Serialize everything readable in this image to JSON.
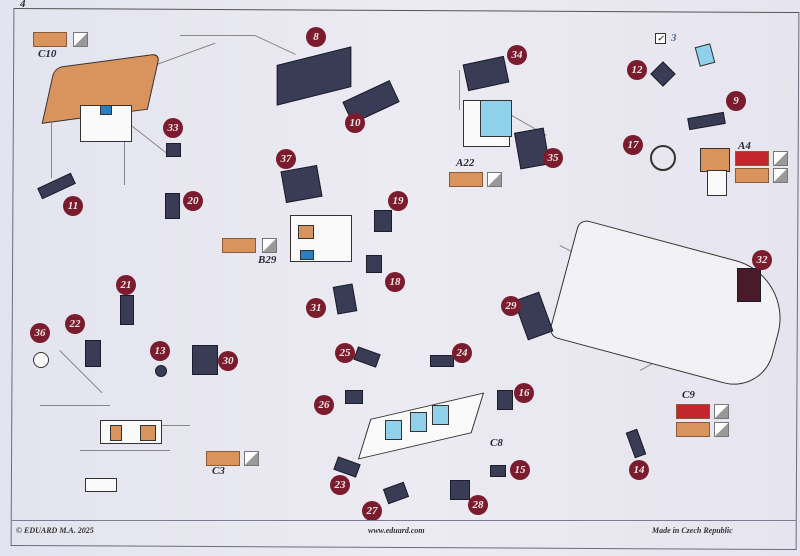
{
  "page_number": "4",
  "callouts": [
    "8",
    "10",
    "11",
    "33",
    "20",
    "37",
    "19",
    "18",
    "31",
    "34",
    "35",
    "3",
    "12",
    "9",
    "17",
    "32",
    "29",
    "14",
    "21",
    "22",
    "36",
    "13",
    "30",
    "25",
    "24",
    "26",
    "16",
    "15",
    "23",
    "27",
    "28"
  ],
  "labels": {
    "c10": "C10",
    "b29": "B29",
    "a22": "A22",
    "a4": "A4",
    "c9": "C9",
    "c3": "C3",
    "c8": "C8"
  },
  "colors": {
    "callout": "#7b1c2e",
    "skin": "#d9935c",
    "red": "#c4262f",
    "pe_dark": "#3a3c55",
    "blue": "#8fd0ea"
  },
  "footer": {
    "copyright": "© EDUARD  M.A. 2025",
    "website": "www.eduard.com",
    "origin": "Made in Czech Republic"
  }
}
